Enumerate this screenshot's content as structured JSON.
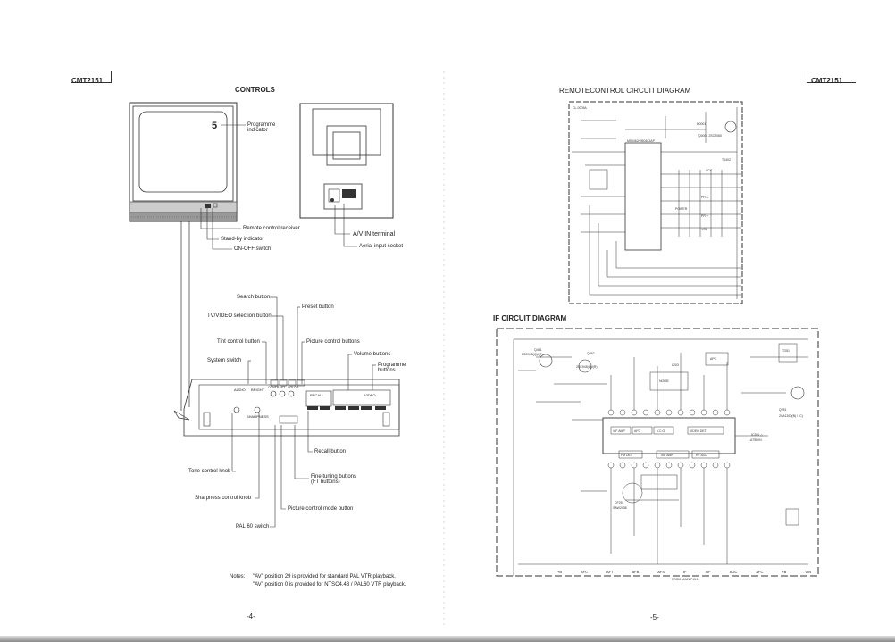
{
  "left_page": {
    "model": "CMT2151",
    "section_title": "CONTROLS",
    "programme_number": "5",
    "labels": {
      "programme_indicator": "Programme indicator",
      "remote_receiver": "Remote control receiver",
      "standby_indicator": "Stand-by indicator",
      "on_off_switch": "ON-OFF switch",
      "av_in_terminal": "A/V IN terminal",
      "aerial_socket": "Aerial input socket",
      "search_button": "Search button",
      "preset_button": "Preset button",
      "tv_video_selection": "TV/VIDEO selection button",
      "tint_control": "Tint control button",
      "picture_control_buttons": "Picture control buttons",
      "volume_buttons": "Volume buttons",
      "system_switch": "System switch",
      "programme_buttons": "Programme buttons",
      "recall_button": "Recall button",
      "tone_knob": "Tone control knob",
      "fine_tuning": "Fine tuning buttons (FT buttons)",
      "sharpness_knob": "Sharpness control knob",
      "picture_mode_button": "Picture control mode button",
      "pal60_switch": "PAL 60 switch"
    },
    "panel_labels": {
      "audio": "AUDIO",
      "bright": "BRIGHT",
      "contrast": "CONTRAST",
      "color": "COLOR",
      "recall": "RECALL",
      "video": "VIDEO",
      "sharpness": "SHARPNESS"
    },
    "notes_label": "Notes:",
    "note1": "\"AV\" position 29 is provided for standard PAL VTR playback.",
    "note2": "\"AV\" position 0 is provided for NTSC4.43 / PAL60 VTR playback.",
    "page_number": "-4-"
  },
  "right_page": {
    "model": "CMT2151",
    "remote_title": "REMOTECONTROL  CIRCUIT  DIAGRAM",
    "remote_labels": {
      "crystal": "CL-0005A",
      "ic": "M50462/M50462AP",
      "d1": "D0001",
      "t1": "T1402",
      "q1": "Q0001 2SC2060",
      "vcc": "VCC",
      "power": "POWER",
      "pr": "PR▲",
      "pd": "PR▼",
      "vol": "VOL"
    },
    "if_title": "IF CIRCUIT DIAGRAM",
    "if_labels": {
      "q451": "Q451",
      "q451_part": "2SC945(Q)/(R)",
      "q452": "Q452",
      "q452_part": "2SC945(Q)/(R)",
      "ic201": "IC201",
      "ic201_part": "LA7550N",
      "q251": "Q251",
      "q251_part": "2SA1390(B) / (C)",
      "cf251": "CF251",
      "cf251_part": "SAW2438",
      "from_main": "FROM MAIN P.W.B.",
      "vif_amp": "VIF AMP",
      "afc": "AFC",
      "vco": "V.C.O",
      "video_det": "VIDEO DET",
      "fm_det": "FM DET",
      "sif_amp": "SIF AMP",
      "rf_agc": "RF AGC",
      "apc": "APC",
      "noise": "NOISE",
      "l203": "L203",
      "t251": "T251",
      "bottom_pins": [
        "+B",
        "AFC",
        "AFT",
        "AFB",
        "AFS",
        "IF",
        "SIF",
        "AGC",
        "AFC",
        "+B",
        "VIN"
      ]
    },
    "page_number": "-5-"
  }
}
